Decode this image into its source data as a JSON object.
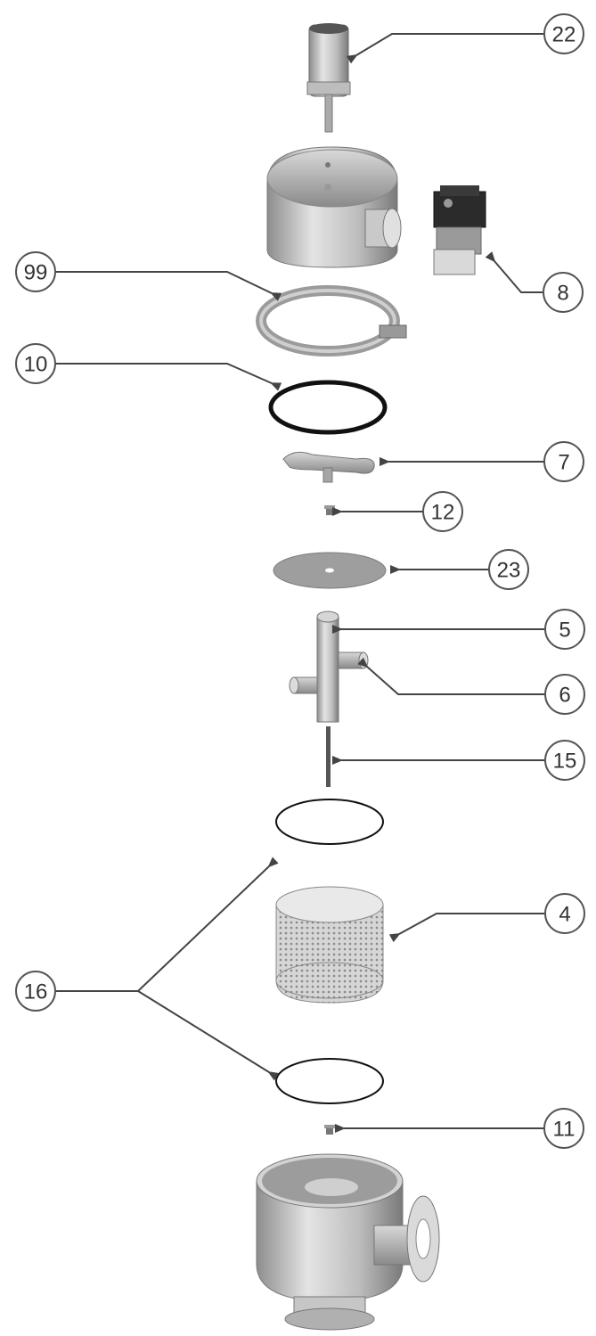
{
  "callouts": [
    {
      "id": "22",
      "label": "22"
    },
    {
      "id": "99",
      "label": "99"
    },
    {
      "id": "8",
      "label": "8"
    },
    {
      "id": "10",
      "label": "10"
    },
    {
      "id": "7",
      "label": "7"
    },
    {
      "id": "12",
      "label": "12"
    },
    {
      "id": "23",
      "label": "23"
    },
    {
      "id": "5",
      "label": "5"
    },
    {
      "id": "6",
      "label": "6"
    },
    {
      "id": "15",
      "label": "15"
    },
    {
      "id": "4",
      "label": "4"
    },
    {
      "id": "16",
      "label": "16"
    },
    {
      "id": "11",
      "label": "11"
    }
  ]
}
